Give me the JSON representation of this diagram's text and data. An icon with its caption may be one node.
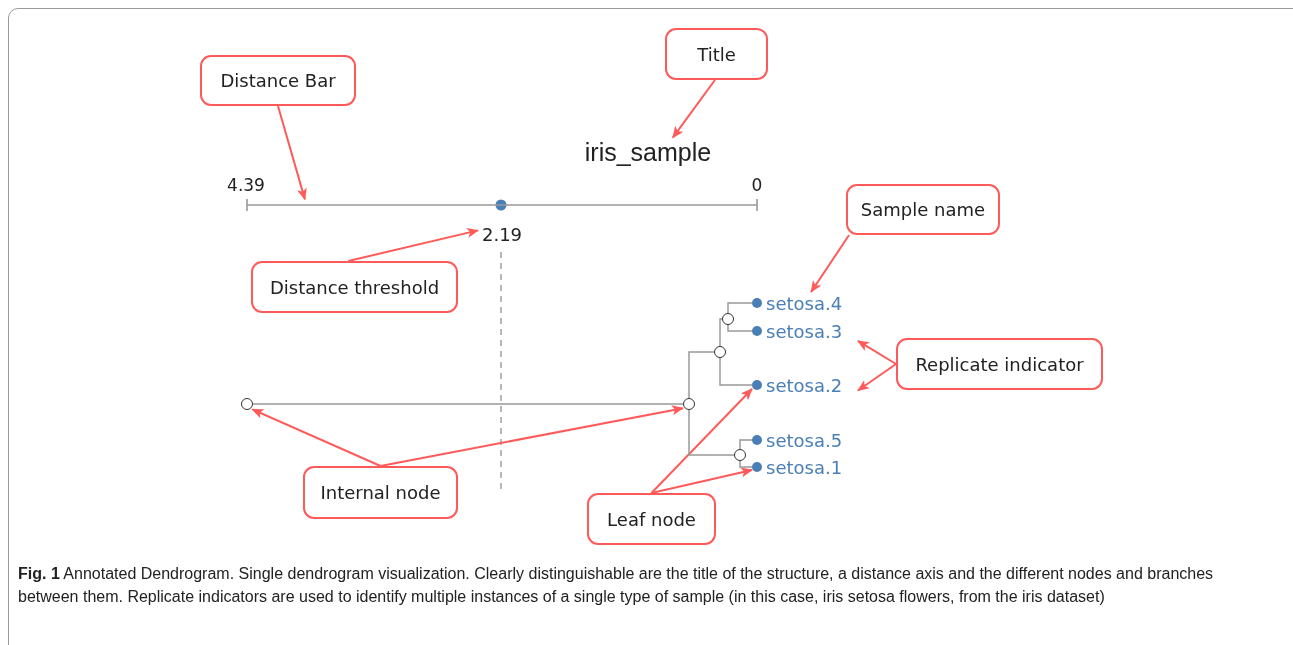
{
  "diagram": {
    "caption": "**Fig. 1** Annotated Dendrogram. Single dendrogram visualization. Clearly distinguishable are the title of the structure, a distance axis and the different nodes and branches between them. Replicate indicators are used to identify multiple instances of a single type of sample (in this case, iris setosa flowers, from the iris dataset)",
    "nodes": [
      {
        "text": [
          "Title"
        ]
      },
      {
        "text": [
          "Distance Bar"
        ]
      },
      {
        "text": [
          "iris_sample"
        ]
      },
      {
        "text": [],
        "shape": "bar"
      },
      {
        "text": [
          "2.19"
        ]
      },
      {
        "text": [
          "Sample name"
        ]
      },
      {
        "text": [
          "Distance threshold"
        ]
      },
      {
        "text": [
          "setosa.4"
        ]
      },
      {
        "text": [
          "setosa.3"
        ]
      },
      {
        "text": [
          "Replicate indicator"
        ]
      },
      {
        "text": [
          "setosa.2"
        ]
      },
      {
        "text": [
          "setosa.5"
        ]
      },
      {
        "text": [
          "setosa.1"
        ]
      },
      {
        "text": [
          "Internal node"
        ]
      },
      {
        "text": [
          "Leaf node"
        ]
      },
      {
        "text": [],
        "shape": "circle"
      },
      {
        "text": [],
        "shape": "circle"
      },
      {
        "text": [],
        "shape": "circle"
      },
      {
        "text": [],
        "shape": "circle"
      },
      {
        "text": [],
        "shape": "circle"
      },
      {
        "text": [],
        "shape": "circle"
      },
      {
        "text": [],
        "shape": "circle"
      },
      {
        "text": [],
        "shape": "circle"
      },
      {
        "text": [],
        "shape": "circle"
      },
      {
        "text": [],
        "shape": "circle"
      }
    ],
    "edges": [
      {
        "from": 0,
        "to": 2,
        "arrow": "to"
      },
      {
        "from": 1,
        "to": 3,
        "arrow": "to"
      },
      {
        "from": 6,
        "to": 4,
        "arrow": "to"
      },
      {
        "from": 5,
        "to": 7,
        "arrow": "to"
      },
      {
        "from": 9,
        "to": 8,
        "arrow": "to"
      },
      {
        "from": 9,
        "to": 10,
        "arrow": "to"
      },
      {
        "from": 13,
        "to": 15,
        "arrow": "to"
      },
      {
        "from": 13,
        "to": 16,
        "arrow": "to"
      },
      {
        "from": 14,
        "to": 22,
        "arrow": "to"
      },
      {
        "from": 14,
        "to": 24,
        "arrow": "to"
      },
      {
        "from": 15,
        "to": 16,
        "arrow": "none",
        "color": "#999999"
      },
      {
        "from": 16,
        "to": 17,
        "arrow": "none",
        "color": "#999999"
      },
      {
        "from": 16,
        "to": 19,
        "arrow": "none",
        "color": "#999999"
      },
      {
        "from": 17,
        "to": 18,
        "arrow": "none",
        "color": "#999999"
      },
      {
        "from": 17,
        "to": 22,
        "arrow": "none",
        "color": "#999999"
      },
      {
        "from": 18,
        "to": 20,
        "arrow": "none",
        "color": "#999999"
      },
      {
        "from": 18,
        "to": 21,
        "arrow": "none",
        "color": "#999999"
      },
      {
        "from": 19,
        "to": 23,
        "arrow": "none",
        "color": "#999999"
      },
      {
        "from": 19,
        "to": 24,
        "arrow": "none",
        "color": "#999999"
      }
    ],
    "labels": [
      "4.39",
      "0"
    ]
  }
}
